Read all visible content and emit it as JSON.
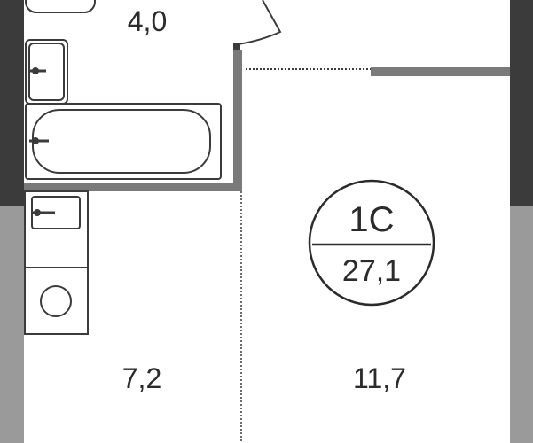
{
  "plan": {
    "unit_type": "1С",
    "total_area": "27,1",
    "rooms": [
      {
        "id": "bathroom",
        "area": "4,0"
      },
      {
        "id": "kitchen",
        "area": "7,2"
      },
      {
        "id": "living-room",
        "area": "11,7"
      }
    ]
  },
  "colors": {
    "wall_dark": "#3b3b3b",
    "wall_mid": "#7a7a7a",
    "wall_light": "#9a9a9a",
    "fixture_stroke": "#3b3b3b",
    "text": "#2b2b2b",
    "background": "#ffffff"
  }
}
